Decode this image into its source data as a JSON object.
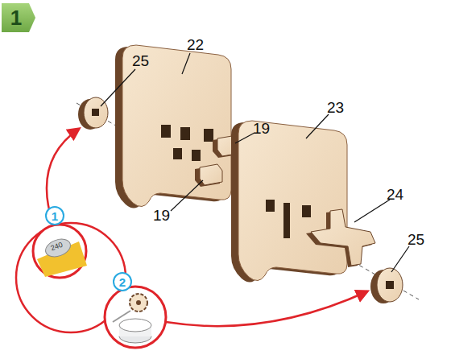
{
  "diagram": {
    "nodes": [
      {
        "text": [
          "1"
        ]
      },
      {
        "text": [
          "1"
        ]
      },
      {
        "text": [
          "2"
        ]
      }
    ],
    "labels": [
      "25",
      "22",
      "19",
      "23",
      "19",
      "24",
      "25",
      "240"
    ]
  }
}
